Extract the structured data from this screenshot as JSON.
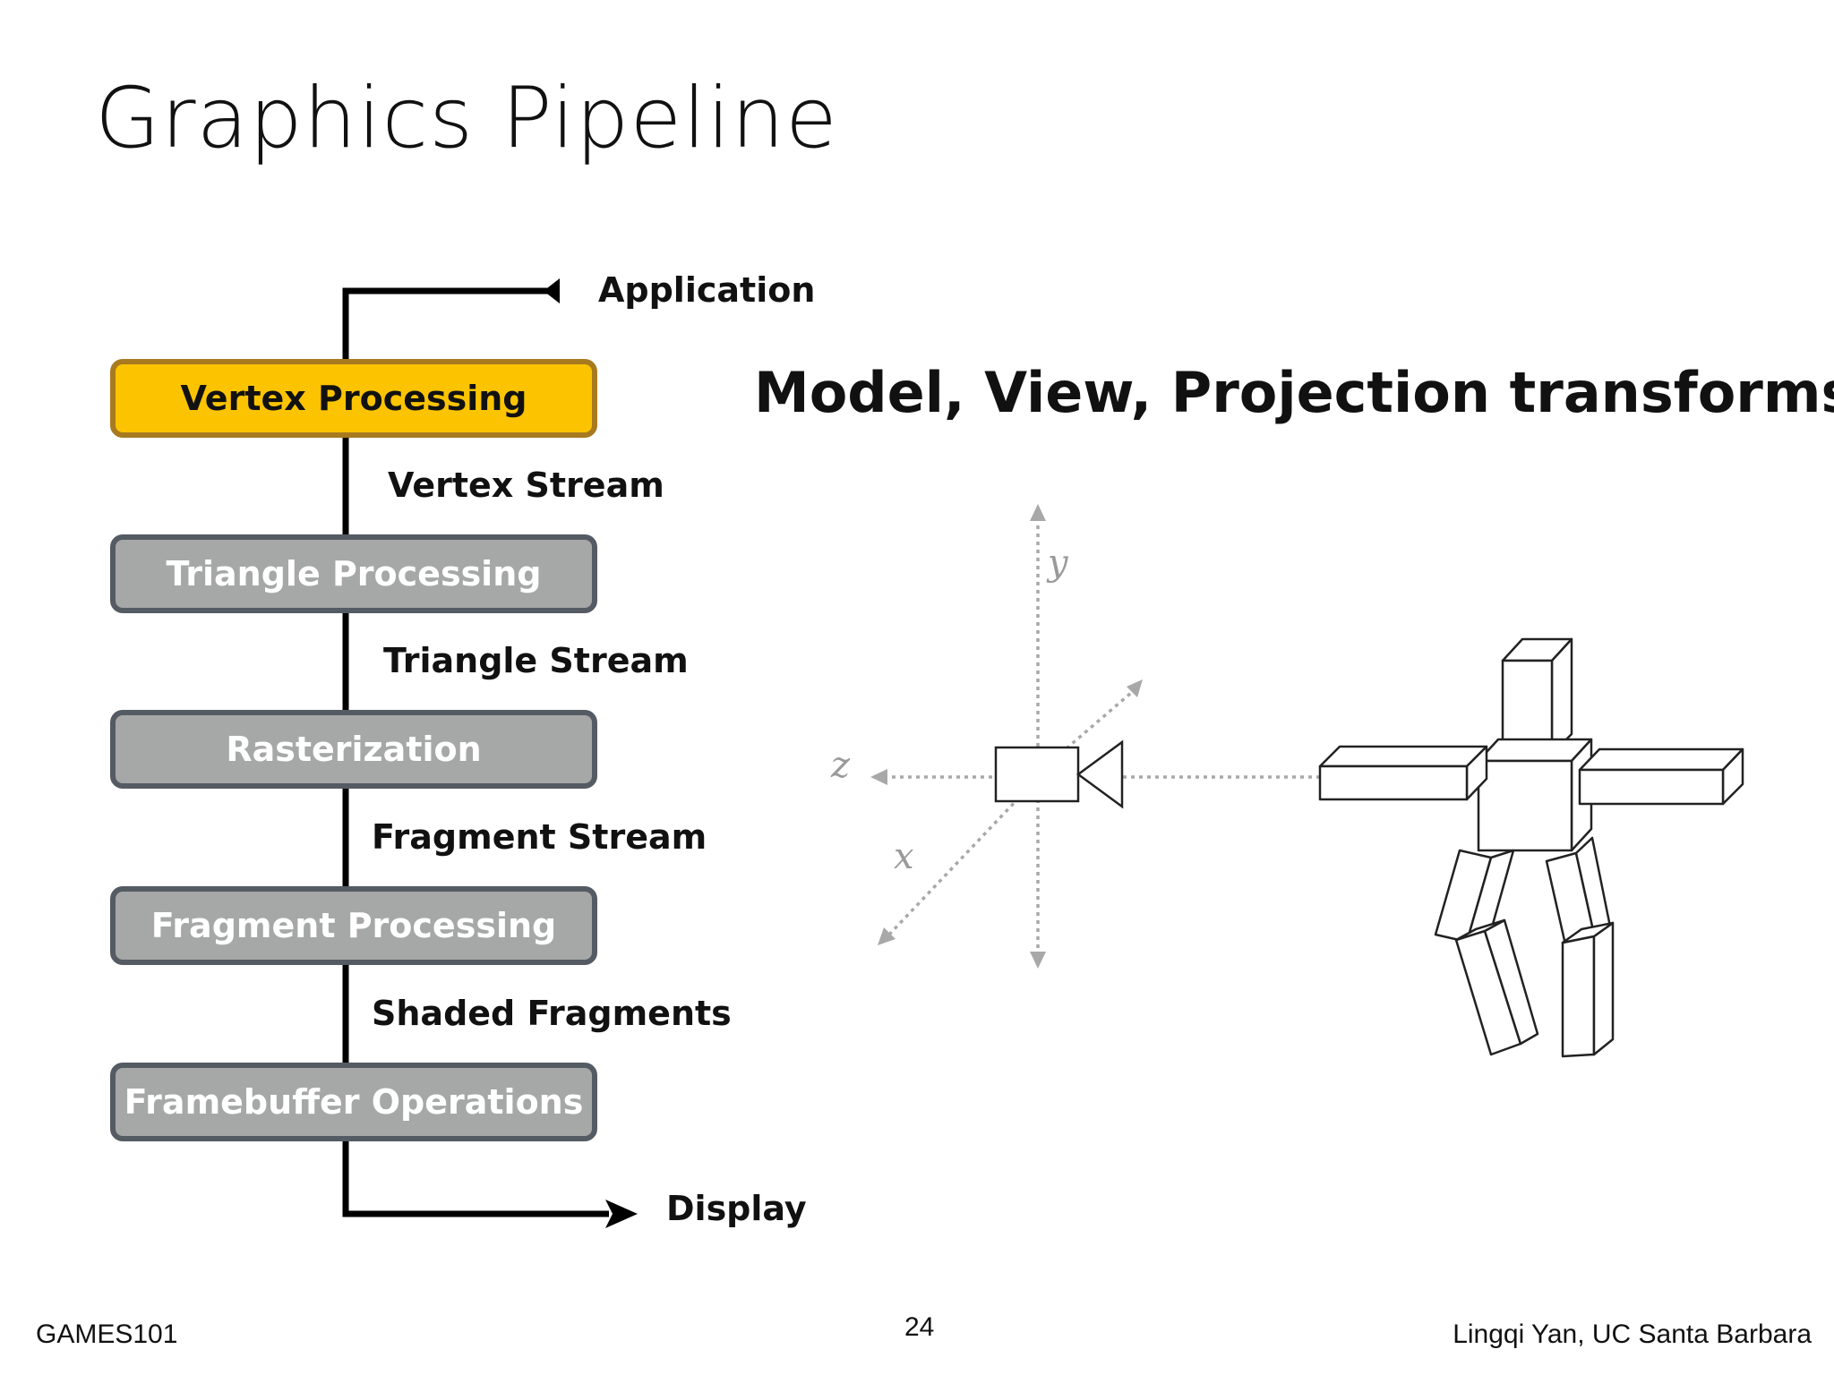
{
  "slide": {
    "title": "Graphics Pipeline",
    "subtitle": "Model, View, Projection transforms"
  },
  "pipeline": {
    "input_label": "Application",
    "output_label": "Display",
    "stages": [
      {
        "label": "Vertex Processing",
        "highlighted": true
      },
      {
        "label": "Triangle Processing",
        "highlighted": false
      },
      {
        "label": "Rasterization",
        "highlighted": false
      },
      {
        "label": "Fragment Processing",
        "highlighted": false
      },
      {
        "label": "Framebuffer Operations",
        "highlighted": false
      }
    ],
    "streams": [
      "Vertex Stream",
      "Triangle Stream",
      "Fragment Stream",
      "Shaded Fragments"
    ]
  },
  "illustration": {
    "axes": [
      "y",
      "z",
      "x"
    ]
  },
  "footer": {
    "left": "GAMES101",
    "page_number": "24",
    "right": "Lingqi Yan, UC Santa Barbara"
  },
  "colors": {
    "highlight_fill": "#fcc400",
    "highlight_border": "#a87a1f",
    "stage_fill": "#a5a8a6",
    "stage_border": "#555b63",
    "axis_gray": "#9a9a9a"
  }
}
